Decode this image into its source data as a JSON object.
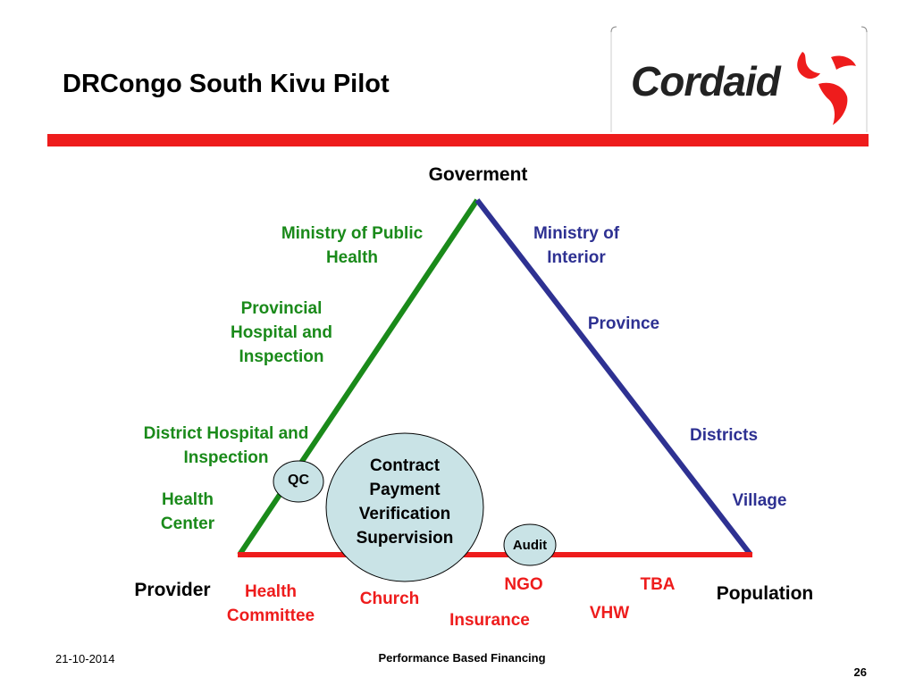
{
  "header": {
    "title": "DRCongo South Kivu Pilot",
    "logo_text": "Cordaid"
  },
  "diagram": {
    "apex": "Goverment",
    "left_vertex": "Provider",
    "right_vertex": "Population",
    "left_side_labels": [
      "Ministry of Public Health",
      "Provincial Hospital and Inspection",
      "District Hospital and Inspection",
      "Health Center"
    ],
    "right_side_labels": [
      "Ministry of Interior",
      "Province",
      "Districts",
      "Village"
    ],
    "bottom_labels": [
      "Health Committee",
      "Church",
      "Insurance",
      "NGO",
      "TBA",
      "VHW"
    ],
    "center_circle": [
      "Contract",
      "Payment",
      "Verification",
      "Supervision"
    ],
    "qc": "QC",
    "audit": "Audit"
  },
  "footer": {
    "date": "21-10-2014",
    "center": "Performance Based Financing",
    "page": "26"
  },
  "colors": {
    "left_edge": "#1a8a1a",
    "right_edge": "#2e3192",
    "base_edge": "#ee1c1c",
    "circle_fill": "#c9e3e6",
    "bar": "#ee1c1c"
  }
}
